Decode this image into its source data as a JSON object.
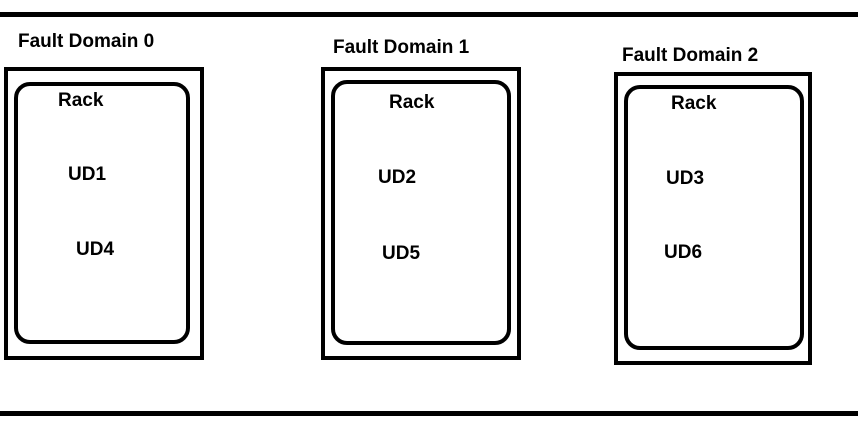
{
  "fault_domains": [
    {
      "title": "Fault Domain 0",
      "rack_label": "Rack",
      "update_domains": [
        "UD1",
        "UD4"
      ]
    },
    {
      "title": "Fault Domain 1",
      "rack_label": "Rack",
      "update_domains": [
        "UD2",
        "UD5"
      ]
    },
    {
      "title": "Fault Domain 2",
      "rack_label": "Rack",
      "update_domains": [
        "UD3",
        "UD6"
      ]
    }
  ]
}
